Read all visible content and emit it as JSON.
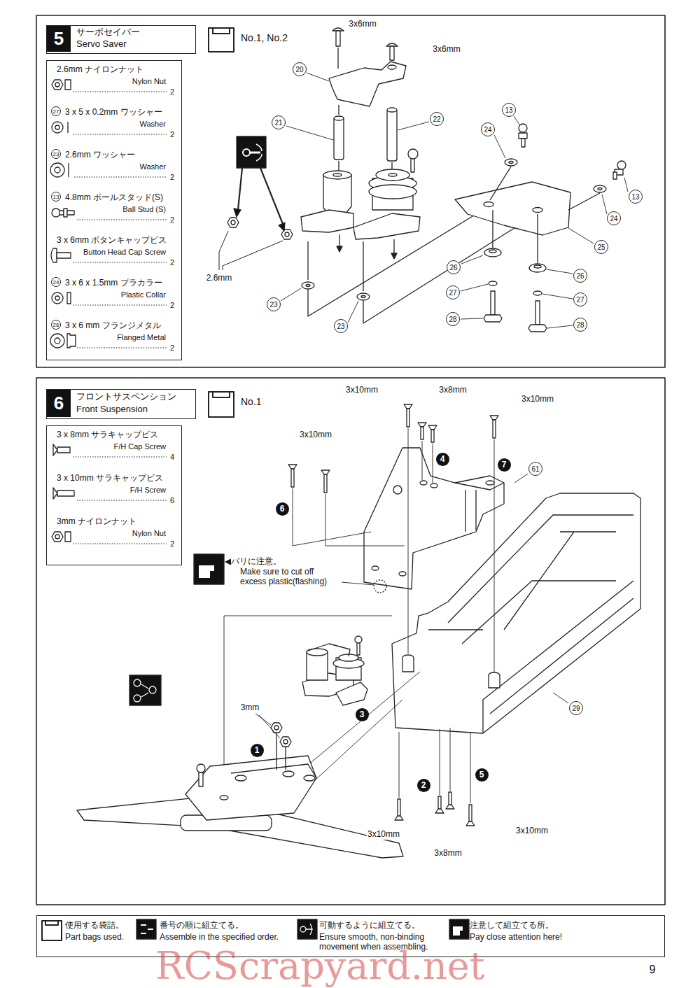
{
  "diagram": {
    "nodes": [
      {
        "text": [
          "5",
          "サーボセイバー",
          "Servo Saver"
        ]
      },
      {
        "text": [
          "2.6mm ナイロンナット",
          "Nylon Nut",
          "2",
          "3 x 5 x 0.2mm ワッシャー",
          "Washer",
          "2",
          "2.6mm ワッシャー",
          "Washer",
          "2",
          "4.8mm ボールスタッド(S)",
          "Ball Stud (S)",
          "2",
          "3 x 6mm ボタンキャップビス",
          "Button Head Cap Screw",
          "2",
          "3 x 6 x 1.5mm プラカラー",
          "Plastic Collar",
          "2",
          "3 x 6 mm フランジメタル",
          "Flanged Metal",
          "2"
        ]
      },
      {
        "text": [
          "6",
          "フロントサスペンション",
          "Front Suspension"
        ]
      },
      {
        "text": [
          "3 x 8mm サラキャップビス",
          "F/H Cap Screw",
          "4",
          "3 x 10mm サラキャップビス",
          "F/H Screw",
          "6",
          "3mm ナイロンナット",
          "Nylon Nut",
          "2"
        ]
      },
      {
        "text": [
          "使用する袋詰。",
          "Part bags used.",
          "番号の順に組立てる。",
          "Assemble in the specified order.",
          "可動するように組立てる。",
          "Ensure smooth, non-binding movement when assembling.",
          "注意して組立てる所。",
          "Pay close attention here!"
        ]
      }
    ],
    "labels": [
      "No.1, No.2",
      "3x6mm",
      "3x6mm",
      "20",
      "21",
      "22",
      "13",
      "24",
      "13",
      "24",
      "25",
      "26",
      "26",
      "27",
      "27",
      "28",
      "28",
      "23",
      "23",
      "2.6mm",
      "27",
      "23",
      "13",
      "24",
      "26",
      "No.1",
      "3x10mm",
      "3x8mm",
      "3x10mm",
      "3x10mm",
      "4",
      "61",
      "6",
      "7",
      "バリに注意。",
      "Make sure to cut off excess plastic(flashing)",
      "29",
      "3",
      "3mm",
      "1",
      "2",
      "5",
      "3x10mm",
      "3x8mm",
      "3x10mm",
      "9",
      "RCScrapyard.net"
    ]
  }
}
